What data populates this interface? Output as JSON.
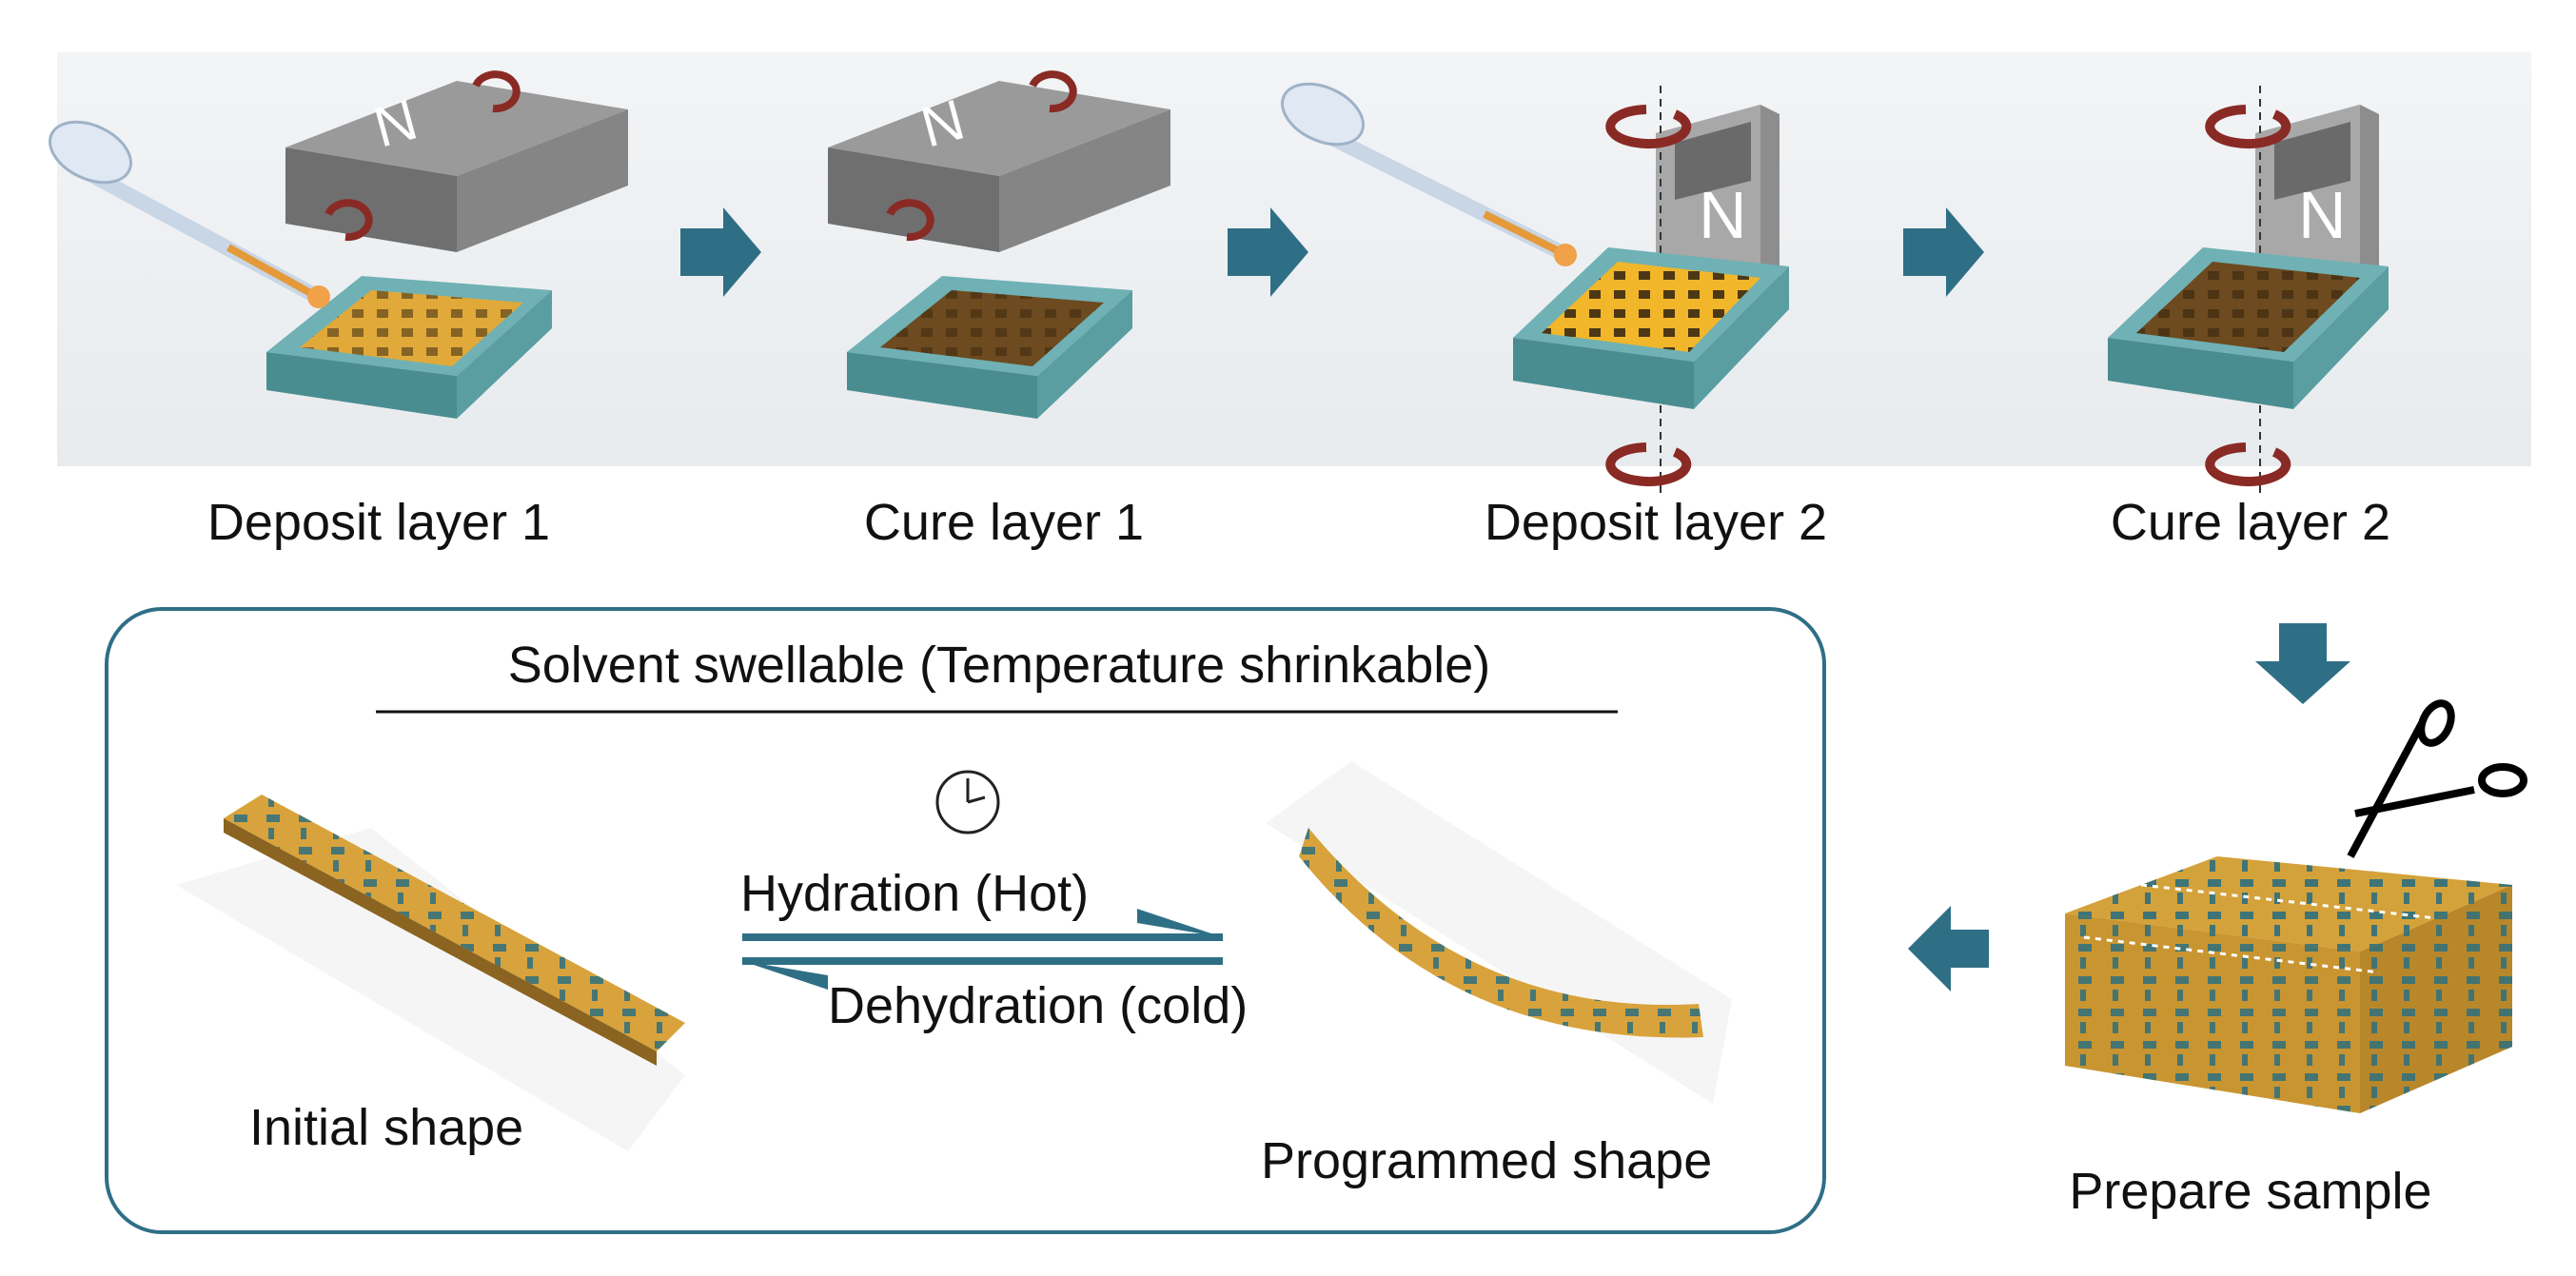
{
  "steps": {
    "deposit1": "Deposit layer 1",
    "cure1": "Cure layer 1",
    "deposit2": "Deposit layer 2",
    "cure2": "Cure layer 2",
    "prepare": "Prepare sample"
  },
  "magnet_label": "N",
  "box": {
    "title": "Solvent swellable (Temperature shrinkable)",
    "forward": "Hydration (Hot)",
    "reverse": "Dehydration (cold)",
    "initial": "Initial shape",
    "programmed": "Programmed shape"
  },
  "colors": {
    "arrow": "#2f6f86",
    "frame": "#5fa3a5",
    "resin": "#e0a93a",
    "cured": "#6d4a1f",
    "magnet": "#7e7e7e",
    "rotation": "#8a2a25",
    "particle": "#2d6f7e"
  }
}
